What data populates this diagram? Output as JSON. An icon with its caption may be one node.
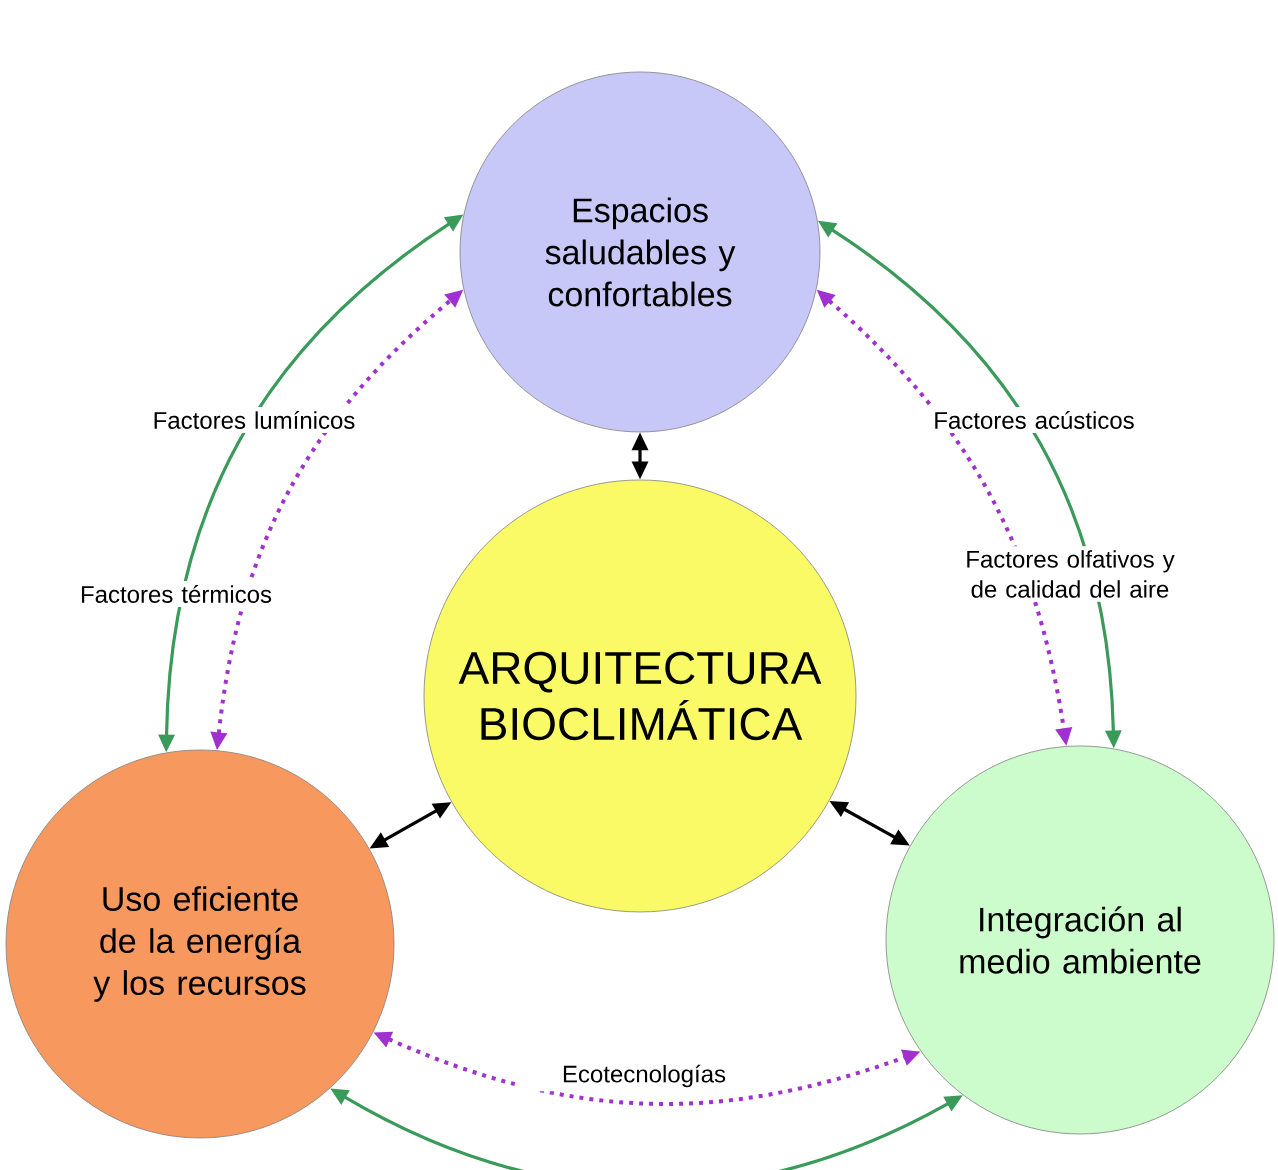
{
  "diagram": {
    "nodes": [
      {
        "text": [
          "Espacios saludables y confortables"
        ]
      },
      {
        "text": [
          "ARQUITECTURA BIOCLIMÁTICA"
        ]
      },
      {
        "text": [
          "Uso eficiente de la energía y los recursos"
        ]
      },
      {
        "text": [
          "Integración al medio ambiente"
        ]
      }
    ],
    "edges": [
      {
        "from": 1,
        "to": 0,
        "arrow": "both"
      },
      {
        "from": 1,
        "to": 2,
        "arrow": "both"
      },
      {
        "from": 1,
        "to": 3,
        "arrow": "both"
      },
      {
        "from": 2,
        "to": 0,
        "arrow": "both",
        "label": "Factores lumínicos",
        "color": "#3a9a5a"
      },
      {
        "from": 2,
        "to": 0,
        "arrow": "both",
        "label": "Factores térmicos",
        "style": "dashed",
        "color": "#a030d0"
      },
      {
        "from": 0,
        "to": 3,
        "arrow": "both",
        "label": "Factores acústicos",
        "color": "#3a9a5a"
      },
      {
        "from": 0,
        "to": 3,
        "arrow": "both",
        "label": "Factores olfativos y de calidad del aire",
        "style": "dashed",
        "color": "#a030d0"
      },
      {
        "from": 2,
        "to": 3,
        "arrow": "both",
        "label": "Ecotecnologías",
        "style": "dashed",
        "color": "#a030d0"
      },
      {
        "from": 2,
        "to": 3,
        "arrow": "both",
        "color": "#3a9a5a"
      }
    ]
  }
}
